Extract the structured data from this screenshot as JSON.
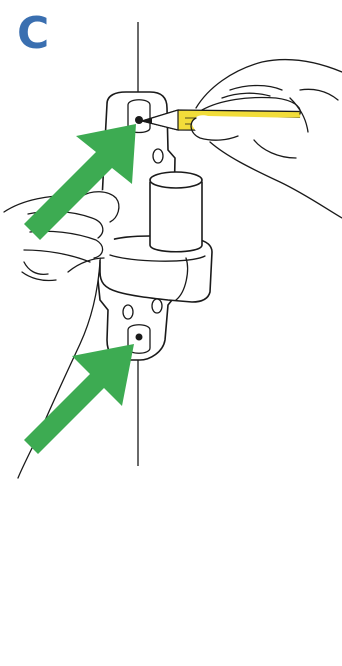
{
  "step": {
    "letter": "C"
  },
  "colors": {
    "letter": "#3a6fb0",
    "arrow": "#3dab52",
    "pencil": "#f2dd3a",
    "line": "#1a1a1a"
  },
  "illustration": {
    "objects": [
      "wall-line",
      "wall-bracket",
      "cylinder-post",
      "pencil",
      "hand-holding-pencil",
      "hand-holding-bracket",
      "arrow-upper-hole",
      "arrow-lower-hole"
    ]
  }
}
